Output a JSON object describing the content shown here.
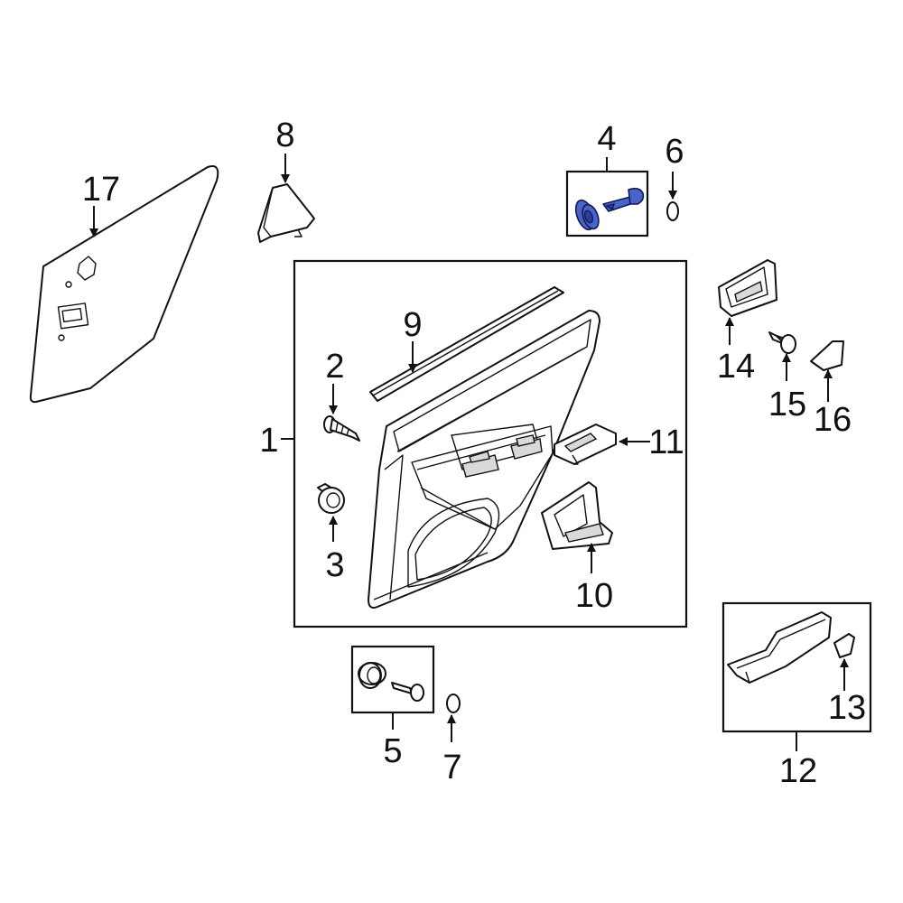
{
  "diagram": {
    "highlight_color": "#4a63c8",
    "line_color": "#111111",
    "callouts": {
      "c1": "1",
      "c2": "2",
      "c3": "3",
      "c4": "4",
      "c5": "5",
      "c6": "6",
      "c7": "7",
      "c8": "8",
      "c9": "9",
      "c10": "10",
      "c11": "11",
      "c12": "12",
      "c13": "13",
      "c14": "14",
      "c15": "15",
      "c16": "16",
      "c17": "17"
    },
    "highlighted_part": "4"
  }
}
